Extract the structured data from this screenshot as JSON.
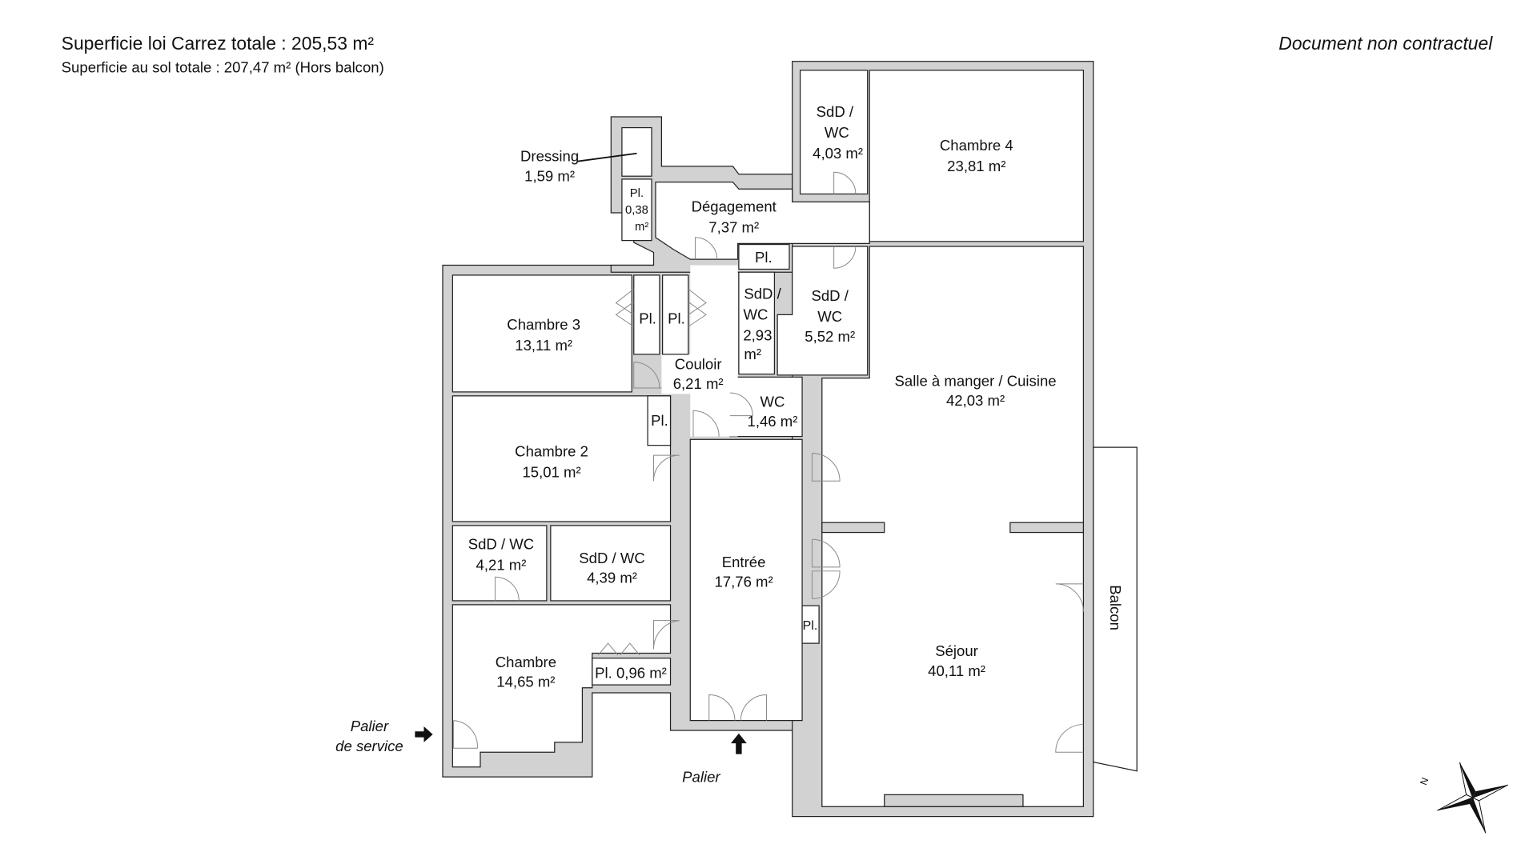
{
  "header": {
    "carrez_label": "Superficie loi Carrez totale :  205,53 m²",
    "sol_label": "Superficie au sol totale :  207,47 m² (Hors balcon)",
    "disclaimer": "Document non contractuel"
  },
  "rooms": {
    "sdd_wc_a": {
      "name": "SdD /",
      "name2": "WC",
      "area": "4,03 m²"
    },
    "chambre4": {
      "name": "Chambre 4",
      "area": "23,81 m²"
    },
    "dressing": {
      "name": "Dressing",
      "area": "1,59 m²"
    },
    "pl_038": {
      "name": "Pl.",
      "area": "0,38",
      "unit": "m²"
    },
    "degagement": {
      "name": "Dégagement",
      "area": "7,37 m²"
    },
    "pl_deg": {
      "name": "Pl."
    },
    "sdd_wc_b": {
      "name": "SdD /",
      "name2": "WC",
      "area": "2,93",
      "unit": "m²"
    },
    "sdd_wc_c": {
      "name": "SdD /",
      "name2": "WC",
      "area": "5,52 m²"
    },
    "salle_manger": {
      "name": "Salle à manger / Cuisine",
      "area": "42,03 m²"
    },
    "chambre3": {
      "name": "Chambre 3",
      "area": "13,11 m²"
    },
    "pl_c3a": {
      "name": "Pl."
    },
    "pl_c3b": {
      "name": "Pl."
    },
    "couloir": {
      "name": "Couloir",
      "area": "6,21 m²"
    },
    "wc": {
      "name": "WC",
      "area": "1,46 m²"
    },
    "pl_c2": {
      "name": "Pl."
    },
    "chambre2": {
      "name": "Chambre 2",
      "area": "15,01 m²"
    },
    "sdd_wc_d": {
      "name": "SdD / WC",
      "area": "4,21 m²"
    },
    "sdd_wc_e": {
      "name": "SdD / WC",
      "area": "4,39 m²"
    },
    "entree": {
      "name": "Entrée",
      "area": "17,76 m²"
    },
    "pl_entree": {
      "name": "Pl."
    },
    "chambre": {
      "name": "Chambre",
      "area": "14,65 m²"
    },
    "pl_096": {
      "name": "Pl. 0,96 m²"
    },
    "sejour": {
      "name": "Séjour",
      "area": "40,11 m²"
    },
    "balcon": {
      "name": "Balcon"
    }
  },
  "access": {
    "palier_service_1": "Palier",
    "palier_service_2": "de service",
    "palier": "Palier"
  },
  "compass": {
    "north_letter": "N"
  }
}
